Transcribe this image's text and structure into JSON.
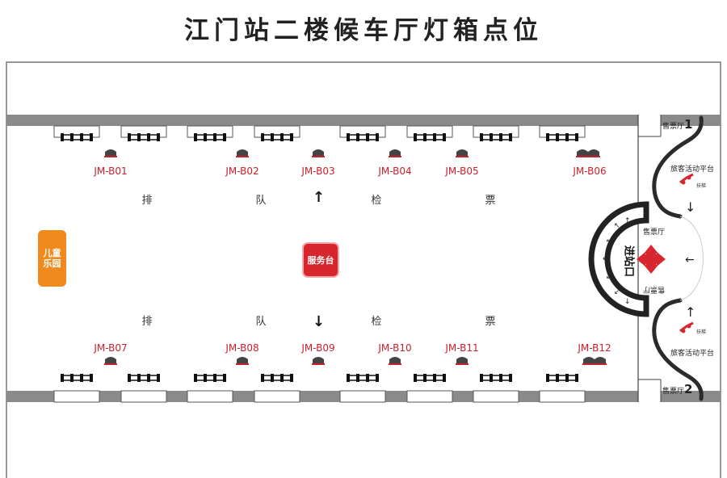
{
  "title": "江门站二楼候车厅灯箱点位",
  "light_boxes_top": [
    "JM-B01",
    "JM-B02",
    "JM-B03",
    "JM-B04",
    "JM-B05",
    "JM-B06"
  ],
  "light_boxes_bottom": [
    "JM-B07",
    "JM-B08",
    "JM-B09",
    "JM-B10",
    "JM-B11",
    "JM-B12"
  ],
  "queue_text": [
    "排",
    "队",
    "检",
    "票"
  ],
  "kids_area": "儿童乐园",
  "service_desk": "服务台",
  "entrance": "进站口",
  "ticket_hall_small": "售票厅",
  "ticket_hall_1": {
    "label": "售票厅",
    "num": "1"
  },
  "ticket_hall_2": {
    "label": "售票厅",
    "num": "2"
  },
  "platform_label": "旅客活动平台",
  "escalator_note": "扶梯",
  "colors": {
    "red": "#c8202a",
    "orange": "#f08a1c",
    "gray": "#8a8a8a",
    "dark": "#222222"
  }
}
